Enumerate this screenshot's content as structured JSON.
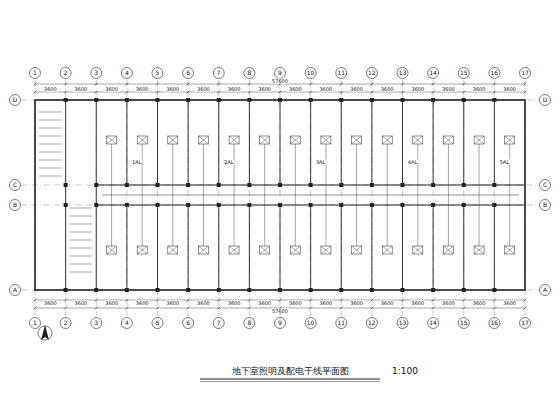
{
  "diagram": {
    "caption": "地下室照明及配电干线平面图",
    "labels": [
      "1",
      "2",
      "3",
      "4",
      "5",
      "6",
      "7",
      "8",
      "9",
      "10",
      "11",
      "12",
      "13",
      "14",
      "15",
      "16",
      "17",
      "1",
      "2",
      "3",
      "4",
      "5",
      "6",
      "7",
      "8",
      "9",
      "10",
      "11",
      "12",
      "13",
      "14",
      "15",
      "16",
      "17",
      "A",
      "B",
      "C",
      "D",
      "A",
      "B",
      "C",
      "D",
      "3600",
      "3600",
      "3600",
      "3600",
      "3600",
      "3600",
      "3600",
      "3600",
      "3600",
      "3600",
      "3600",
      "3600",
      "3600",
      "3600",
      "3600",
      "3600",
      "3600",
      "3600",
      "3600",
      "3600",
      "3600",
      "3600",
      "3600",
      "3600",
      "3600",
      "3600",
      "3600",
      "3600",
      "3600",
      "3600",
      "3600",
      "3600",
      "57600",
      "57600",
      "1:100",
      "1AL",
      "2AL",
      "3AL",
      "4AL",
      "5AL"
    ]
  }
}
